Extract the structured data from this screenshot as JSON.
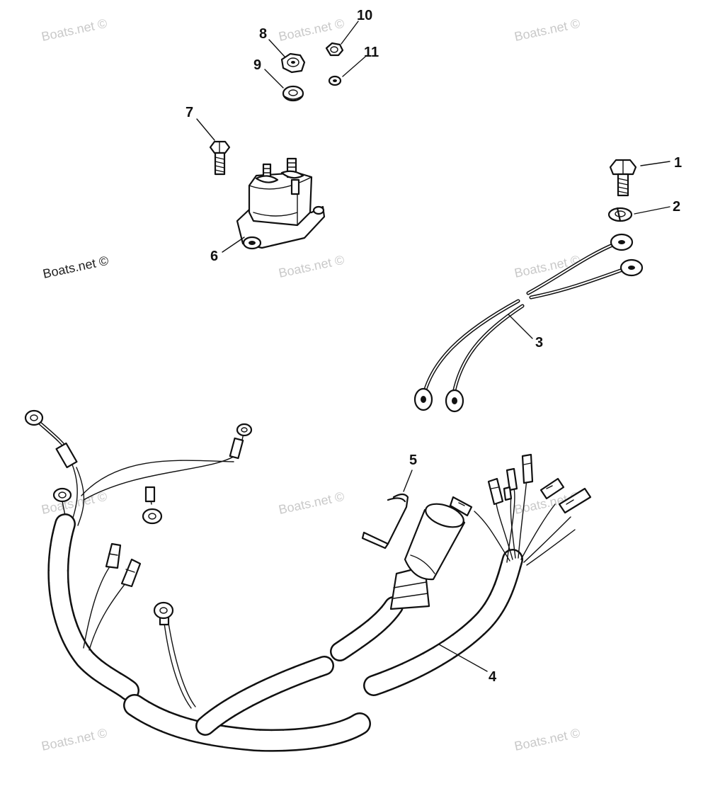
{
  "watermark": {
    "text": "Boats.net ©"
  },
  "callouts": [
    {
      "id": "1",
      "label": "1"
    },
    {
      "id": "2",
      "label": "2"
    },
    {
      "id": "3",
      "label": "3"
    },
    {
      "id": "4",
      "label": "4"
    },
    {
      "id": "5",
      "label": "5"
    },
    {
      "id": "6",
      "label": "6"
    },
    {
      "id": "7",
      "label": "7"
    },
    {
      "id": "8",
      "label": "8"
    },
    {
      "id": "9",
      "label": "9"
    },
    {
      "id": "10",
      "label": "10"
    },
    {
      "id": "11",
      "label": "11"
    }
  ],
  "colors": {
    "ink": "#111111",
    "watermark": "#c9c9c9",
    "background": "#ffffff"
  }
}
